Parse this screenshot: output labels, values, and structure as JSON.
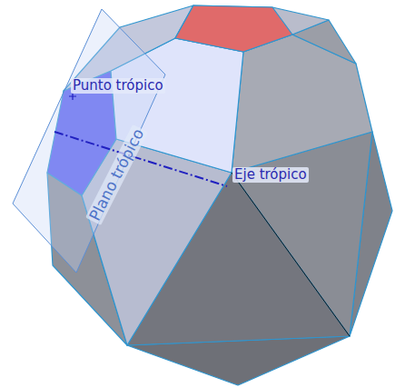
{
  "diagram": {
    "labels": [
      "Punto trópico",
      "Eje trópico",
      "Plano trópico"
    ]
  }
}
